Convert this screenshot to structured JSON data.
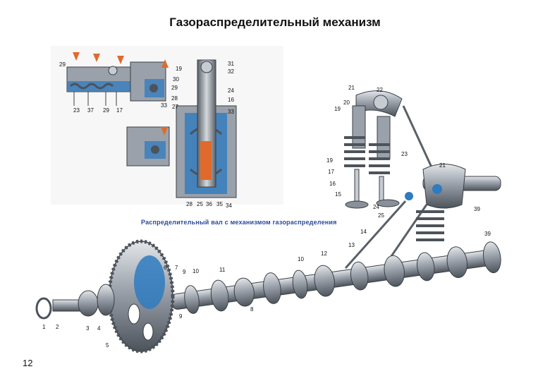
{
  "title": "Газораспределительный механизм",
  "caption": "Распределительный вал с механизмом газораспределения",
  "page_number": "12",
  "colors": {
    "steel": "#8a9099",
    "steel_light": "#c7ccd3",
    "steel_dark": "#4d535b",
    "cutaway_blue": "#2e7bbf",
    "cutaway_orange": "#e06a2b",
    "caption_blue": "#2a4a9a"
  },
  "callouts": {
    "c29a": "29",
    "c23": "23",
    "c37": "37",
    "c29b": "29",
    "c17a": "17",
    "c19a": "19",
    "c30": "30",
    "c29c": "29",
    "c28a": "28",
    "c33a": "33",
    "c27": "27",
    "c31": "31",
    "c32": "32",
    "c24a": "24",
    "c16a": "16",
    "c33b": "33",
    "c28b": "28",
    "c25a": "25",
    "c36": "36",
    "c35": "35",
    "c34": "34",
    "c21a": "21",
    "c22": "22",
    "c20": "20",
    "c19b": "19",
    "c23b": "23",
    "c19c": "19",
    "c17b": "17",
    "c16b": "16",
    "c15": "15",
    "c21b": "21",
    "c24b": "24",
    "c25b": "25",
    "c39a": "39",
    "c14": "14",
    "c39b": "39",
    "c13": "13",
    "c12": "12",
    "c10": "10",
    "c11": "11",
    "c6": "6",
    "c7": "7",
    "c9a": "9",
    "c10b": "10",
    "c8": "8",
    "c9b": "9",
    "c1": "1",
    "c2": "2",
    "c3": "3",
    "c4": "4",
    "c5": "5"
  }
}
